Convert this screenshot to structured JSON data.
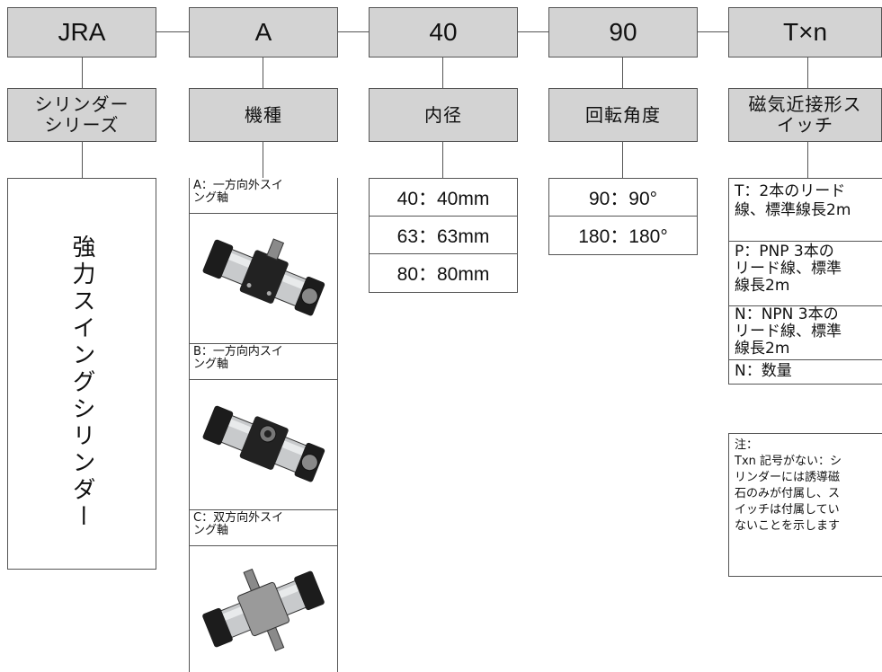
{
  "codes": [
    "JRA",
    "A",
    "40",
    "90",
    "T×n"
  ],
  "categories": [
    "シリンダー\nシリーズ",
    "機種",
    "内径",
    "回転角度",
    "磁気近接形ス\nイッチ"
  ],
  "series_name": "強力スイングシリンダー",
  "models": [
    {
      "label": "A：一方向外スイ\nング軸",
      "image": "actuator-single-outer-shaft"
    },
    {
      "label": "B：一方向内スイ\nング軸",
      "image": "actuator-single-inner-shaft"
    },
    {
      "label": "C：双方向外スイ\nング軸",
      "image": "actuator-double-outer-shaft"
    }
  ],
  "bores": [
    "40：40mm",
    "63：63mm",
    "80：80mm"
  ],
  "angles": [
    "90：90°",
    "180：180°"
  ],
  "switches": [
    "T：2本のリード\n線、標準線長2m",
    "P：PNP 3本の\nリード線、標準\n線長2m",
    "N：NPN 3本の\nリード線、標準\n線長2m",
    "N：数量"
  ],
  "note": "注：\nTxn 記号がない：シ\nリンダーには誘導磁\n石のみが付属し、ス\nイッチは付属してい\nないことを示します"
}
